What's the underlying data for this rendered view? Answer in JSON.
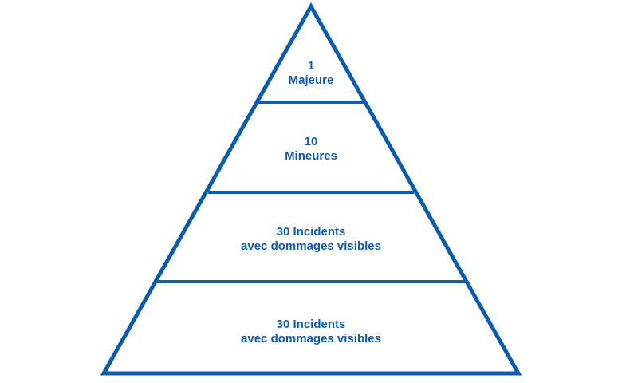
{
  "diagram": {
    "type": "pyramid",
    "stroke_color": "#0B5CAD",
    "text_color": "#0B5CAD",
    "background": "#FFFFFF",
    "tiers": [
      {
        "line1": "1",
        "line2": "Majeure"
      },
      {
        "line1": "10",
        "line2": "Mineures"
      },
      {
        "line1": "30 Incidents",
        "line2": "avec dommages visibles"
      },
      {
        "line1": "30 Incidents",
        "line2": "avec dommages visibles"
      }
    ]
  }
}
